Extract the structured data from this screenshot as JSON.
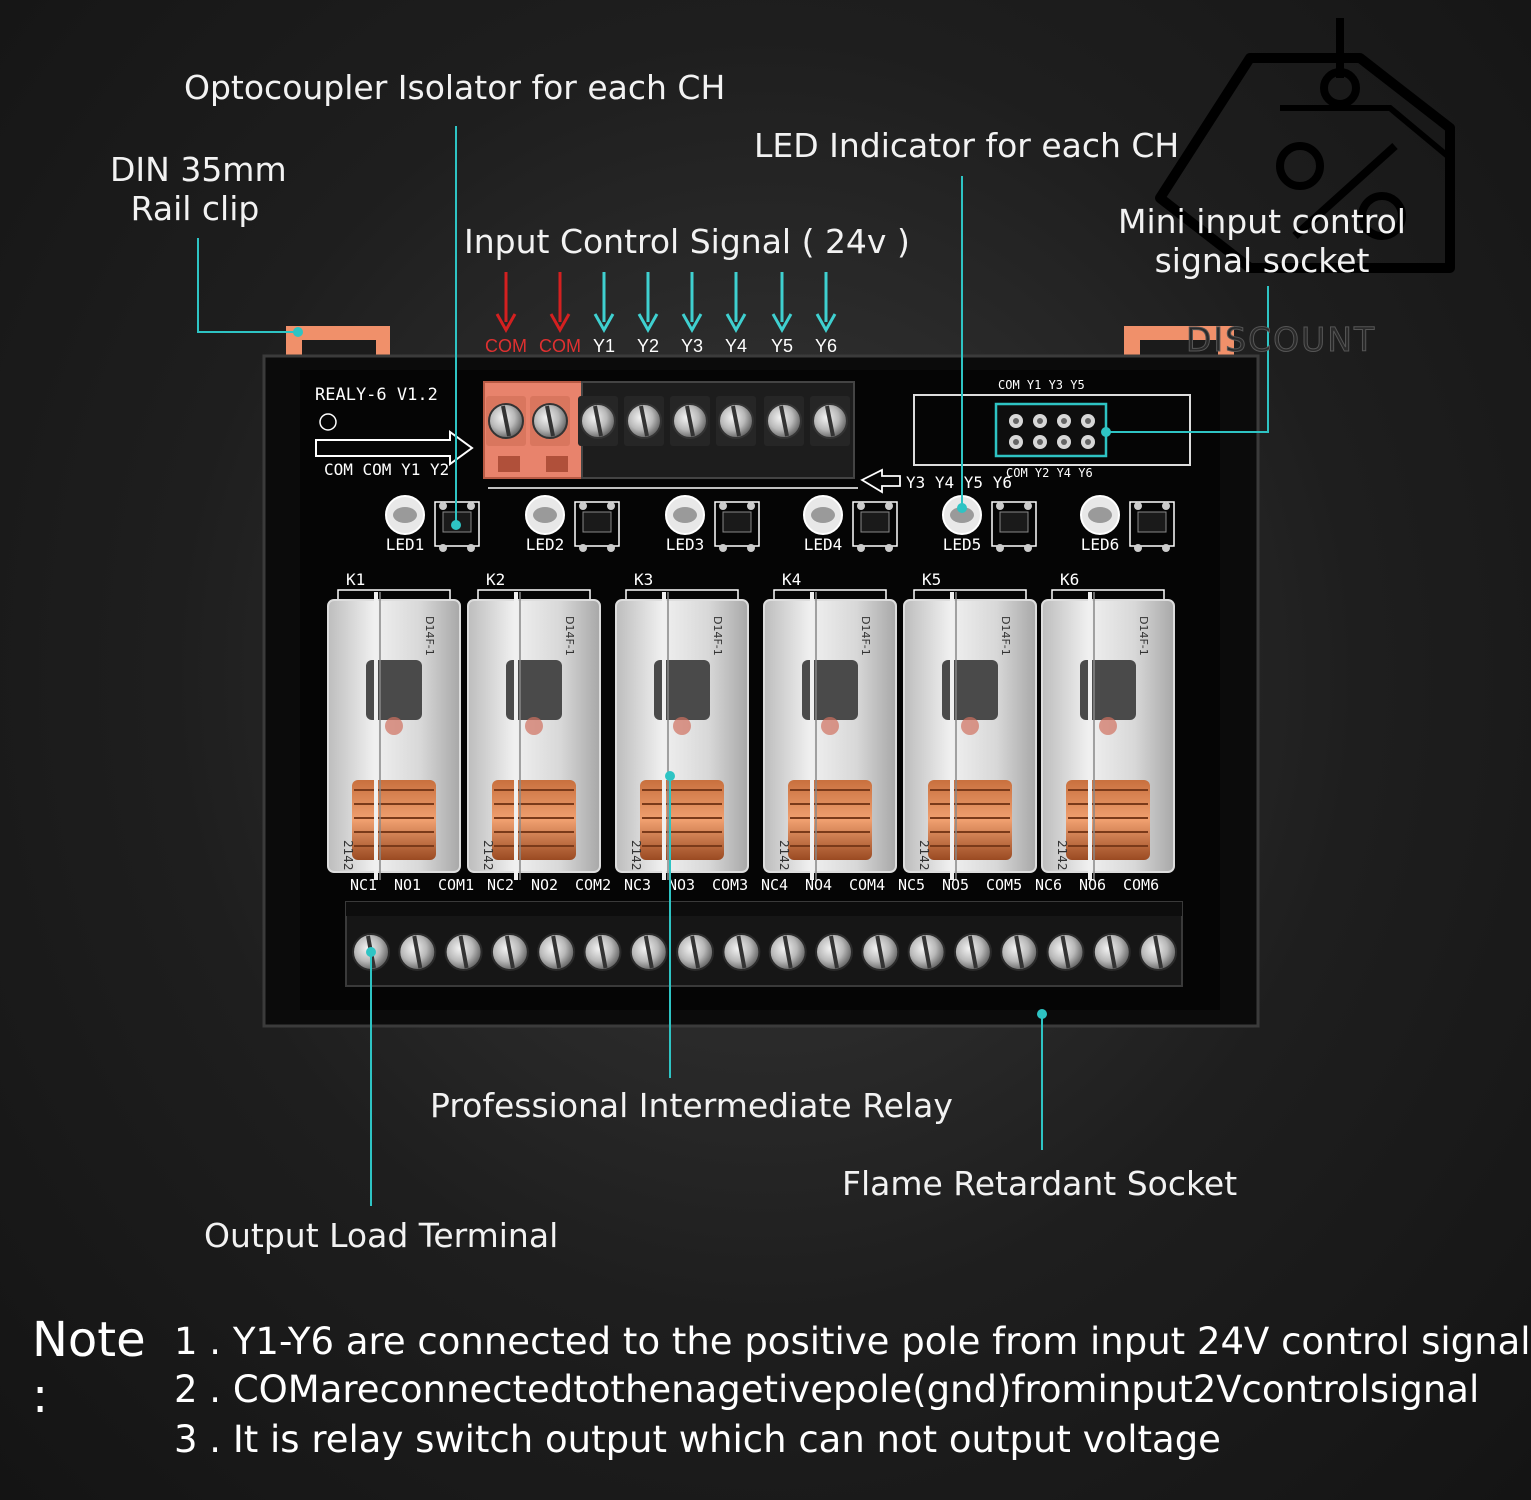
{
  "callouts": {
    "optocoupler": "Optocoupler Isolator for each CH",
    "din_line1": "DIN 35mm",
    "din_line2": "Rail clip",
    "input_signal": "Input Control Signal ( 24v )",
    "led_indicator": "LED Indicator for each CH",
    "mini_socket_line1": "Mini input control",
    "mini_socket_line2": "signal socket",
    "relay": "Professional Intermediate Relay",
    "flame_socket": "Flame Retardant Socket",
    "output_terminal": "Output Load Terminal"
  },
  "input_labels": [
    "COM",
    "COM",
    "Y1",
    "Y2",
    "Y3",
    "Y4",
    "Y5",
    "Y6"
  ],
  "board": {
    "model": "REALY-6  V1.2",
    "left_silk": "COM COM Y1  Y2",
    "right_silk": "Y3 Y4 Y5 Y6",
    "socket_top": "COM Y1 Y3  Y5",
    "socket_bottom": "COM Y2 Y4  Y6",
    "leds": [
      "LED1",
      "LED2",
      "LED3",
      "LED4",
      "LED5",
      "LED6"
    ],
    "relays": [
      "K1",
      "K2",
      "K3",
      "K4",
      "K5",
      "K6"
    ],
    "relay_print": "2142",
    "relay_model": "D14F-1",
    "output_labels": [
      "NC1",
      "NO1",
      "COM1",
      "NC2",
      "NO2",
      "COM2",
      "NC3",
      "NO3",
      "COM3",
      "NC4",
      "NO4",
      "COM4",
      "NC5",
      "NO5",
      "COM5",
      "NC6",
      "NO6",
      "COM6"
    ]
  },
  "badge": {
    "text": "DISCOUNT"
  },
  "note": {
    "head": "Note :",
    "lines": [
      "1 . Y1-Y6 are connected to the positive pole from input 24V control signal",
      "2 . COMareconnectedtothenagetivepole(gnd)frominput2Vcontrolsignal",
      "3 . It is relay switch output which can not output voltage"
    ]
  },
  "colors": {
    "accent": "#2ec4c4",
    "com_arrow": "#d42020",
    "signal_arrow": "#3fd0d0",
    "terminal_orange": "#e8836c",
    "clip_orange": "#f0906a"
  }
}
